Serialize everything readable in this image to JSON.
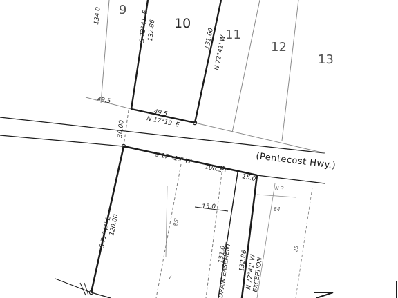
{
  "plat": {
    "lots": [
      {
        "id": "9",
        "label": "9"
      },
      {
        "id": "10",
        "label": "10"
      },
      {
        "id": "11",
        "label": "11"
      },
      {
        "id": "12",
        "label": "12"
      },
      {
        "id": "13",
        "label": "13"
      }
    ],
    "road_name": "(Pentecost Hwy.)",
    "dimensions": {
      "d134": "134.0",
      "bearing_left_top": "S 72°41' E",
      "len_left_top": "132.86",
      "bearing_right_top": "N 72°41' W",
      "len_right_top": "131.60",
      "d495_outer": "49.5",
      "d495_inner": "49.5",
      "bearing_bottom_top": "N 17°19' E",
      "row_width": "30.00",
      "bearing_road": "S 17°-19' W",
      "len_road": "108.13",
      "len_short": "15.0",
      "bearing_left_bottom": "S 72°41' E",
      "len_left_bottom": "120.00",
      "easement_width": "15.0",
      "easement_len": "131.0",
      "easement_label": "DRAIN EASEMENT",
      "bearing_right_bottom": "N 72°41' W",
      "len_right_bottom": "132.86",
      "exception_label": "EXCEPTION",
      "faint_n3": "N 3",
      "faint_84": "84'",
      "faint_85": "85'",
      "faint_25": "25",
      "faint_7": "7"
    }
  }
}
